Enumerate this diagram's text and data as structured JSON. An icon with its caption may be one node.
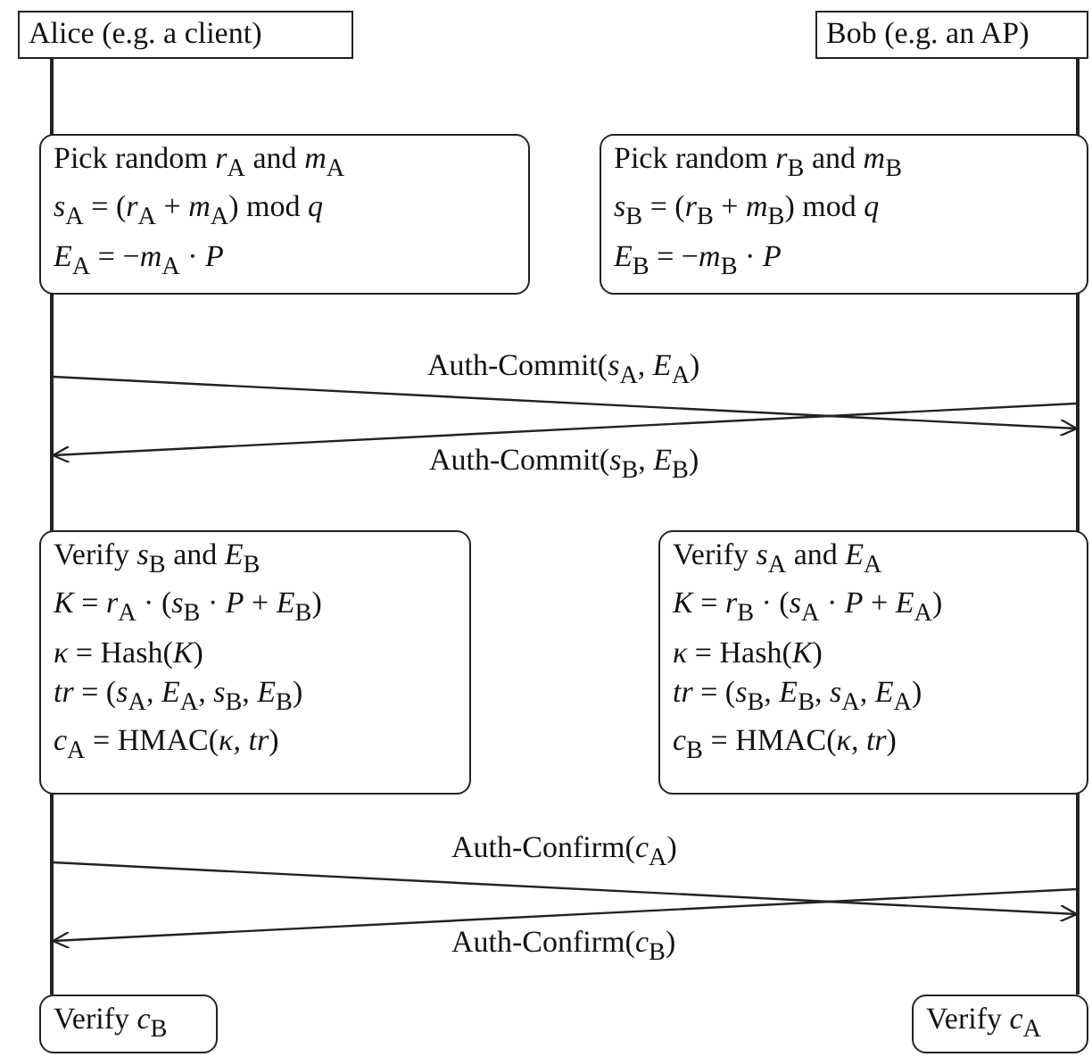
{
  "diagram": {
    "nodes": [
      {
        "text": [
          "Alice (e.g. a client)"
        ]
      },
      {
        "text": [
          "Bob (e.g. an AP)"
        ]
      },
      {
        "text": [
          "Pick random *r*$_{A}$ and *m*$_{A}$",
          "*s*$_{A}$ = (*r*$_{A}$ + *m*$_{A}$) mod *q*",
          "*E*$_{A}$ = −*m*$_{A}$ · *P*"
        ]
      },
      {
        "text": [
          "Pick random *r*$_{B}$ and *m*$_{B}$",
          "*s*$_{B}$ = (*r*$_{B}$ + *m*$_{B}$) mod *q*",
          "*E*$_{B}$ = −*m*$_{B}$ · *P*"
        ]
      },
      {
        "text": [
          "Verify *s*$_{B}$ and *E*$_{B}$",
          "*K* = *r*$_{A}$ · (*s*$_{B}$ · *P* + *E*$_{B}$)",
          "*κ* = Hash(*K*)",
          "*tr* = (*s*$_{A}$, *E*$_{A}$, *s*$_{B}$, *E*$_{B}$)",
          "*c*$_{A}$ = HMAC(*κ*, *tr*)"
        ]
      },
      {
        "text": [
          "Verify *s*$_{A}$ and *E*$_{A}$",
          "*K* = *r*$_{B}$ · (*s*$_{A}$ · *P* + *E*$_{A}$)",
          "*κ* = Hash(*K*)",
          "*tr* = (*s*$_{B}$, *E*$_{B}$, *s*$_{A}$, *E*$_{A}$)",
          "*c*$_{B}$ = HMAC(*κ*, *tr*)"
        ]
      },
      {
        "text": [
          "Verify *c*$_{B}$"
        ]
      },
      {
        "text": [
          "Verify *c*$_{A}$"
        ]
      },
      {
        "text": [],
        "shape": "line"
      },
      {
        "text": [],
        "shape": "line"
      }
    ],
    "edges": [
      {
        "from": 8,
        "to": 9,
        "arrow": "to",
        "label": "Auth-Commit(*s*$_{A}$, *E*$_{A}$)"
      },
      {
        "from": 9,
        "to": 8,
        "arrow": "to",
        "label": "Auth-Commit(*s*$_{B}$, *E*$_{B}$)"
      },
      {
        "from": 8,
        "to": 9,
        "arrow": "to",
        "label": "Auth-Confirm(*c*$_{A}$)"
      },
      {
        "from": 9,
        "to": 8,
        "arrow": "to",
        "label": "Auth-Confirm(*c*$_{B}$)"
      }
    ]
  }
}
